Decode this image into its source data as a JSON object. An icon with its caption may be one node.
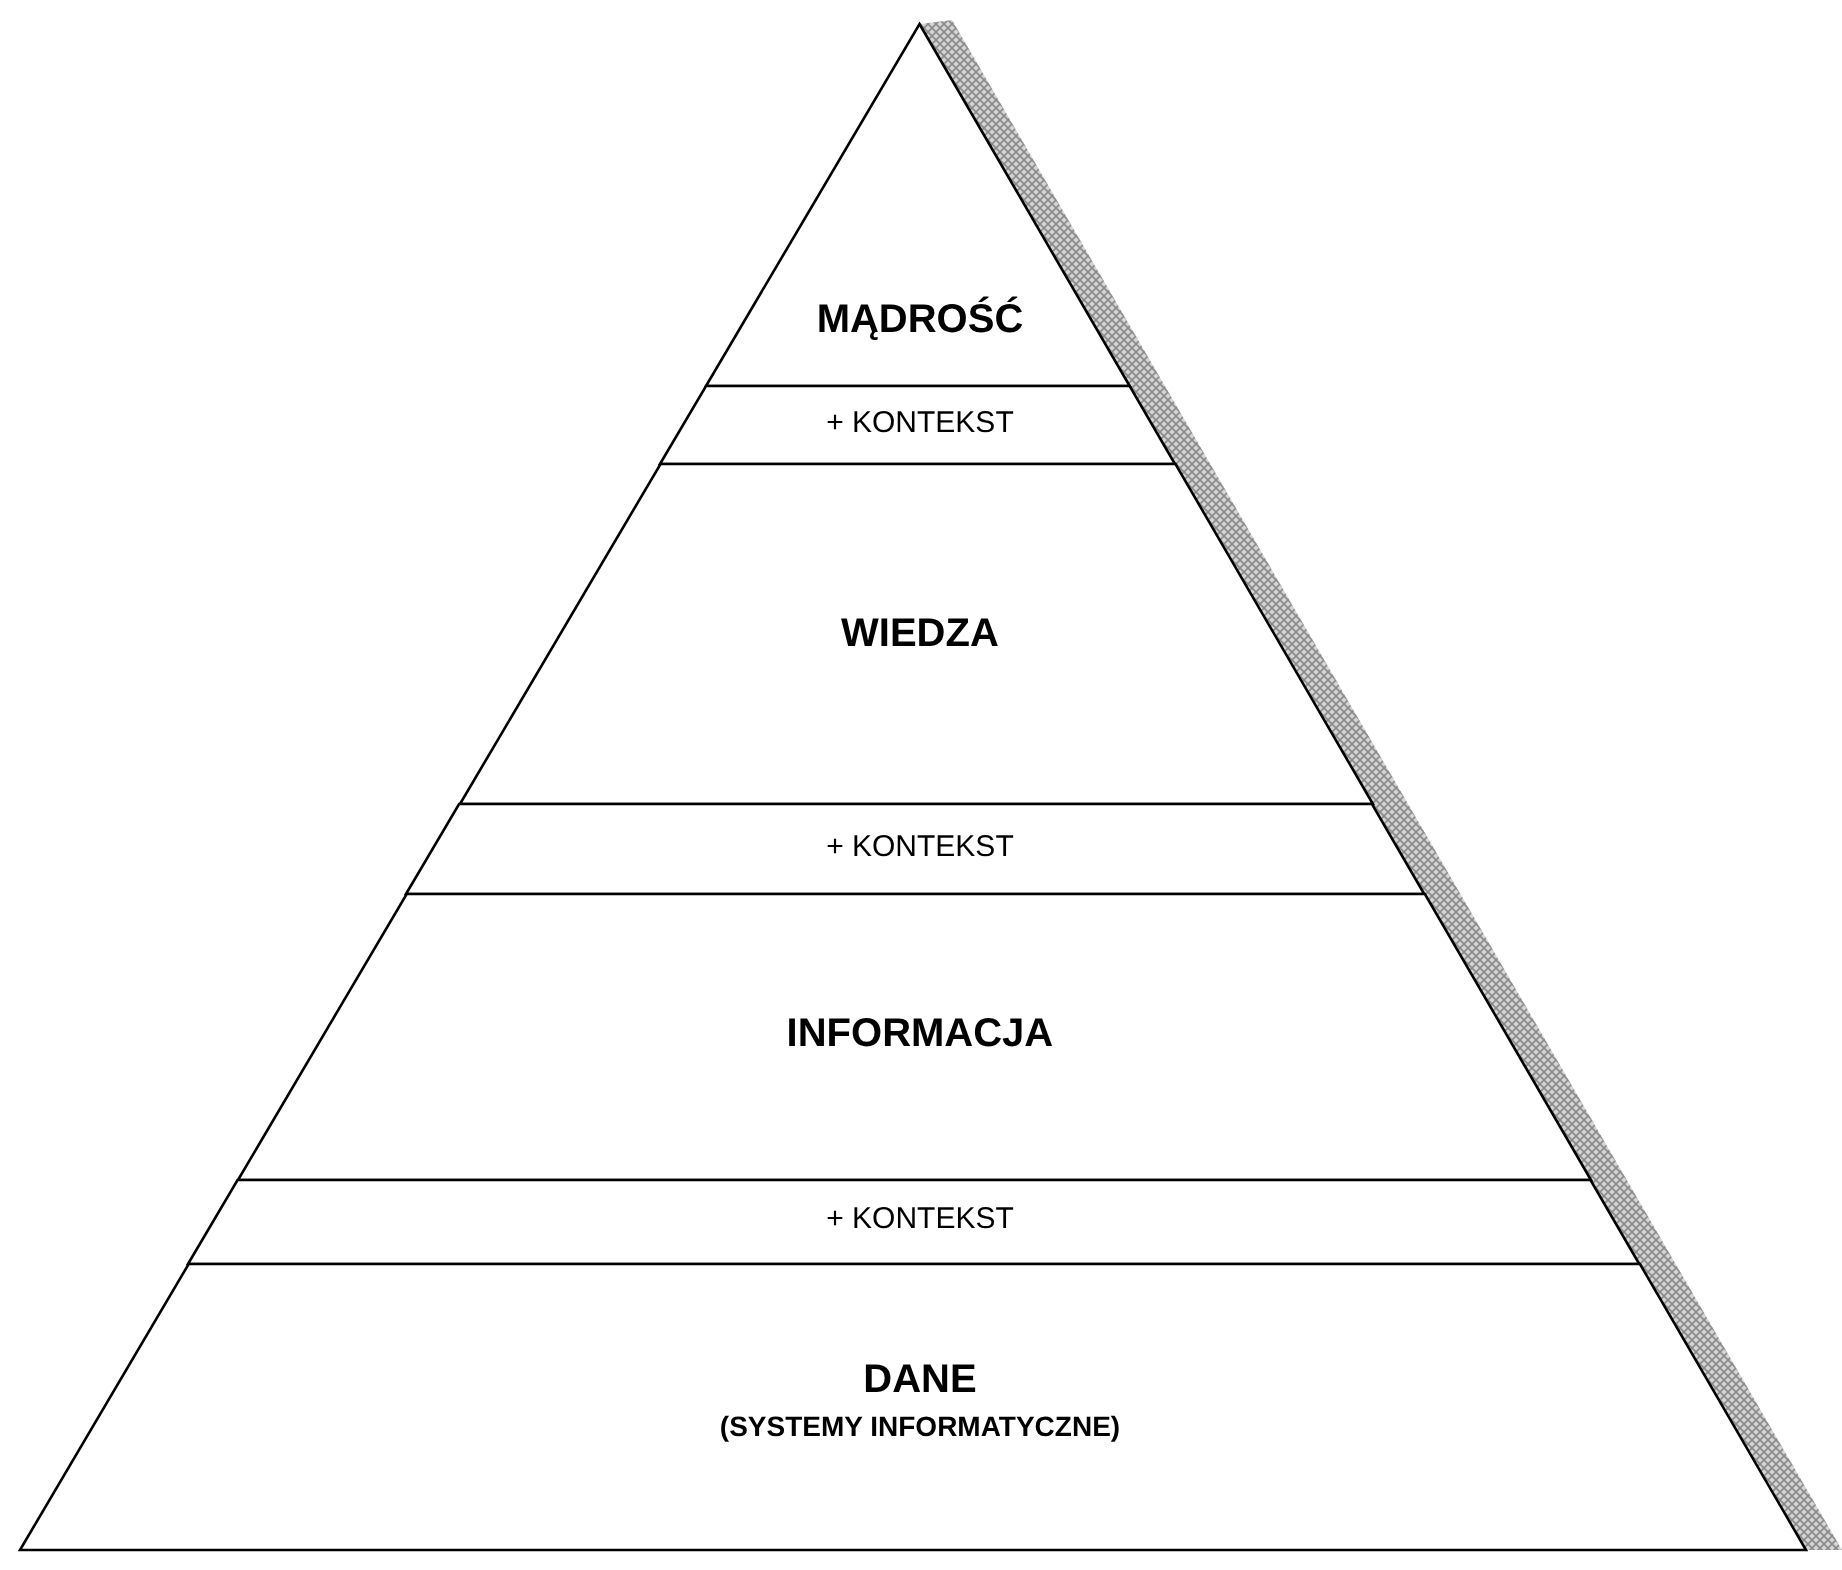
{
  "diagram": {
    "nodes": [
      {
        "text": [
          "MĄDROŚĆ"
        ]
      },
      {
        "text": [
          "+ KONTEKST"
        ]
      },
      {
        "text": [
          "WIEDZA"
        ]
      },
      {
        "text": [
          "+ KONTEKST"
        ]
      },
      {
        "text": [
          "INFORMACJA"
        ]
      },
      {
        "text": [
          "+ KONTEKST"
        ]
      },
      {
        "text": [
          "DANE",
          "(SYSTEMY INFORMATYCZNE)"
        ]
      }
    ]
  }
}
